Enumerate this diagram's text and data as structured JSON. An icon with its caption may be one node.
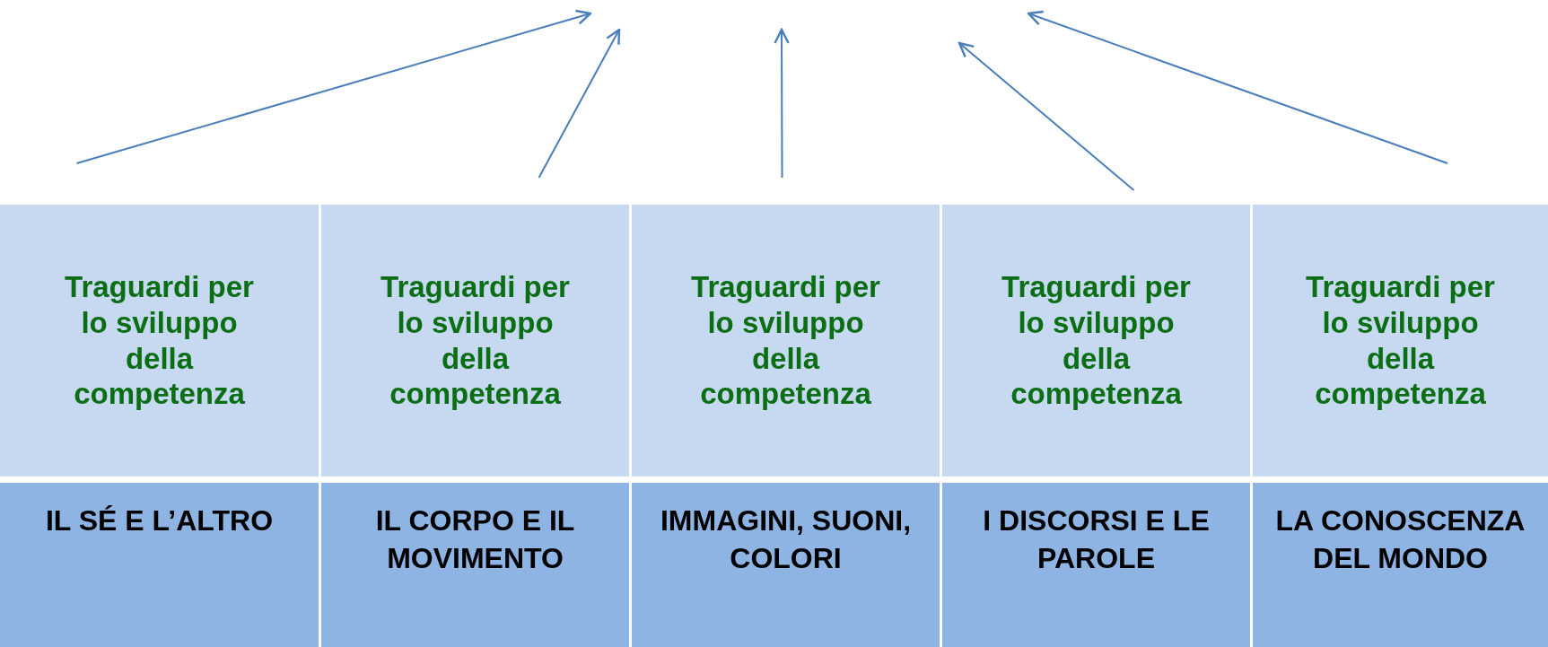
{
  "diagram": {
    "nodes": [
      {
        "text": [
          "Traguardi per lo sviluppo della competenza"
        ]
      },
      {
        "text": [
          "Traguardi per lo sviluppo della competenza"
        ]
      },
      {
        "text": [
          "Traguardi per lo sviluppo della competenza"
        ]
      },
      {
        "text": [
          "Traguardi per lo sviluppo della competenza"
        ]
      },
      {
        "text": [
          "Traguardi per lo sviluppo della competenza"
        ]
      },
      {
        "text": [
          "IL SÉ E L’ALTRO"
        ]
      },
      {
        "text": [
          "IL CORPO E IL MOVIMENTO"
        ]
      },
      {
        "text": [
          "IMMAGINI, SUONI, COLORI"
        ]
      },
      {
        "text": [
          "I DISCORSI E LE PAROLE"
        ]
      },
      {
        "text": [
          "LA CONOSCENZA DEL MONDO"
        ]
      }
    ],
    "edges": [
      {
        "from": 0,
        "to": null,
        "arrow": "to"
      },
      {
        "from": 1,
        "to": null,
        "arrow": "to"
      },
      {
        "from": 2,
        "to": null,
        "arrow": "to"
      },
      {
        "from": 3,
        "to": null,
        "arrow": "to"
      },
      {
        "from": 4,
        "to": null,
        "arrow": "to"
      }
    ]
  }
}
